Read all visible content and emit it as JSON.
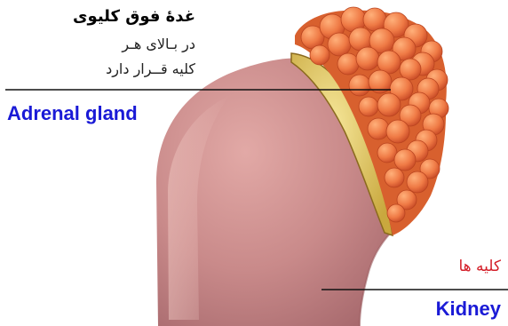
{
  "adrenal": {
    "title_fa": "غدهٔ فوق کلیوی",
    "line1_fa": "در بـالای هـر",
    "line2_fa": "کلیه قــرار دارد",
    "label_en": "Adrenal gland"
  },
  "kidney": {
    "label_fa": "کلیه ها",
    "label_en": "Kidney"
  },
  "colors": {
    "kidney_fill": "#c98a8a",
    "adrenal_cortex": "#ef7a45",
    "adrenal_medulla": "#e7cf6a",
    "english_label": "#1a1ad6",
    "persian_kidney_label": "#d4202a"
  }
}
